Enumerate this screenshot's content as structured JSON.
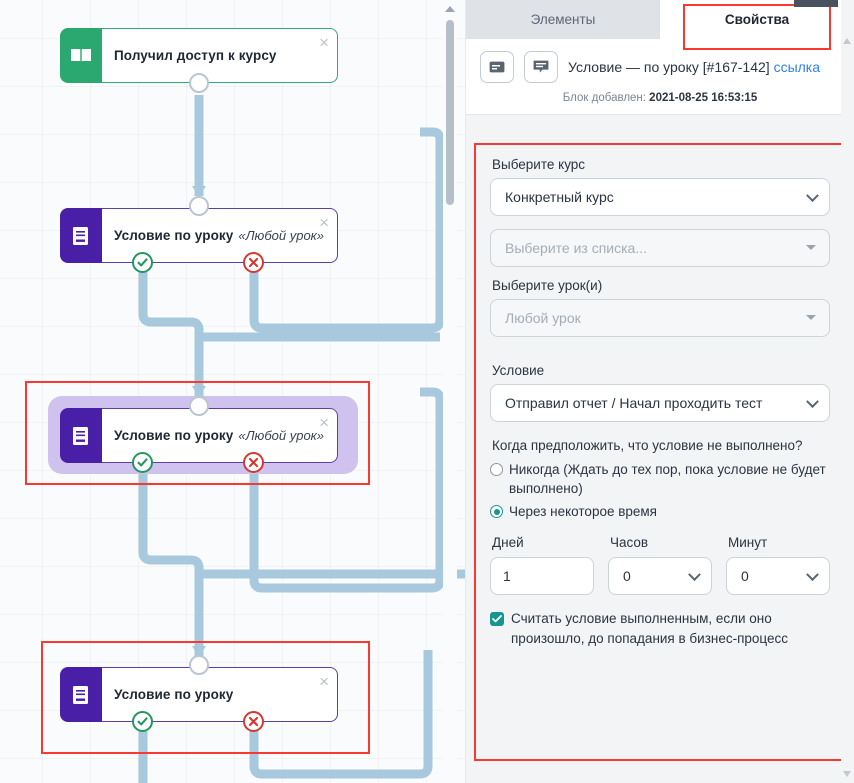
{
  "canvas": {
    "nodes": [
      {
        "id": "n1",
        "title": "Получил доступ к курсу",
        "subtitle": "",
        "icon": "open-book-icon",
        "color": "#2aa86f",
        "close_label": "×",
        "selected": false,
        "highlighted": false
      },
      {
        "id": "n2",
        "title": "Условие по уроку",
        "subtitle": "«Любой урок»",
        "icon": "lesson-condition-icon",
        "color": "#4a1fa8",
        "close_label": "×",
        "selected": false,
        "highlighted": false
      },
      {
        "id": "n3",
        "title": "Условие по уроку",
        "subtitle": "«Любой урок»",
        "icon": "lesson-condition-icon",
        "color": "#4a1fa8",
        "close_label": "×",
        "selected": true,
        "highlighted": true
      },
      {
        "id": "n4",
        "title": "Условие по уроку",
        "subtitle": "",
        "icon": "lesson-condition-icon",
        "color": "#4a1fa8",
        "close_label": "×",
        "selected": false,
        "highlighted": true
      }
    ],
    "edge_color": "#a7c8dd",
    "highlight_color": "#f9392f"
  },
  "panel": {
    "tabs": [
      {
        "label": "Элементы",
        "active": false
      },
      {
        "label": "Свойства",
        "active": true
      }
    ],
    "header": {
      "icon_card": "card-icon",
      "icon_comment": "comment-icon",
      "title": "Условие — по уроку [#167-142]",
      "link_label": "ссылка",
      "meta_prefix": "Блок добавлен:",
      "meta_value": "2021-08-25 16:53:15"
    },
    "form": {
      "course_label": "Выберите курс",
      "course_value": "Конкретный курс",
      "course_options": [
        "Конкретный курс"
      ],
      "course_list_placeholder": "Выберите из списка...",
      "lesson_label": "Выберите урок(и)",
      "lesson_placeholder": "Любой урок",
      "condition_label": "Условие",
      "condition_value": "Отправил отчет / Начал проходить тест",
      "condition_options": [
        "Отправил отчет / Начал проходить тест"
      ],
      "fail_question": "Когда предположить, что условие не выполнено?",
      "radio_never": "Никогда (Ждать до тех пор, пока условие не будет выполнено)",
      "radio_after": "Через некоторое время",
      "radio_selected": "after",
      "days_label": "Дней",
      "days_value": "1",
      "hours_label": "Часов",
      "hours_value": "0",
      "hours_options": [
        "0"
      ],
      "minutes_label": "Минут",
      "minutes_value": "0",
      "minutes_options": [
        "0"
      ],
      "checkbox_label": "Считать условие выполненным, если оно произошло, до попадания в бизнес-процесс",
      "checkbox_checked": true
    },
    "accent_color": "#17968f",
    "link_color": "#2f80ed"
  }
}
